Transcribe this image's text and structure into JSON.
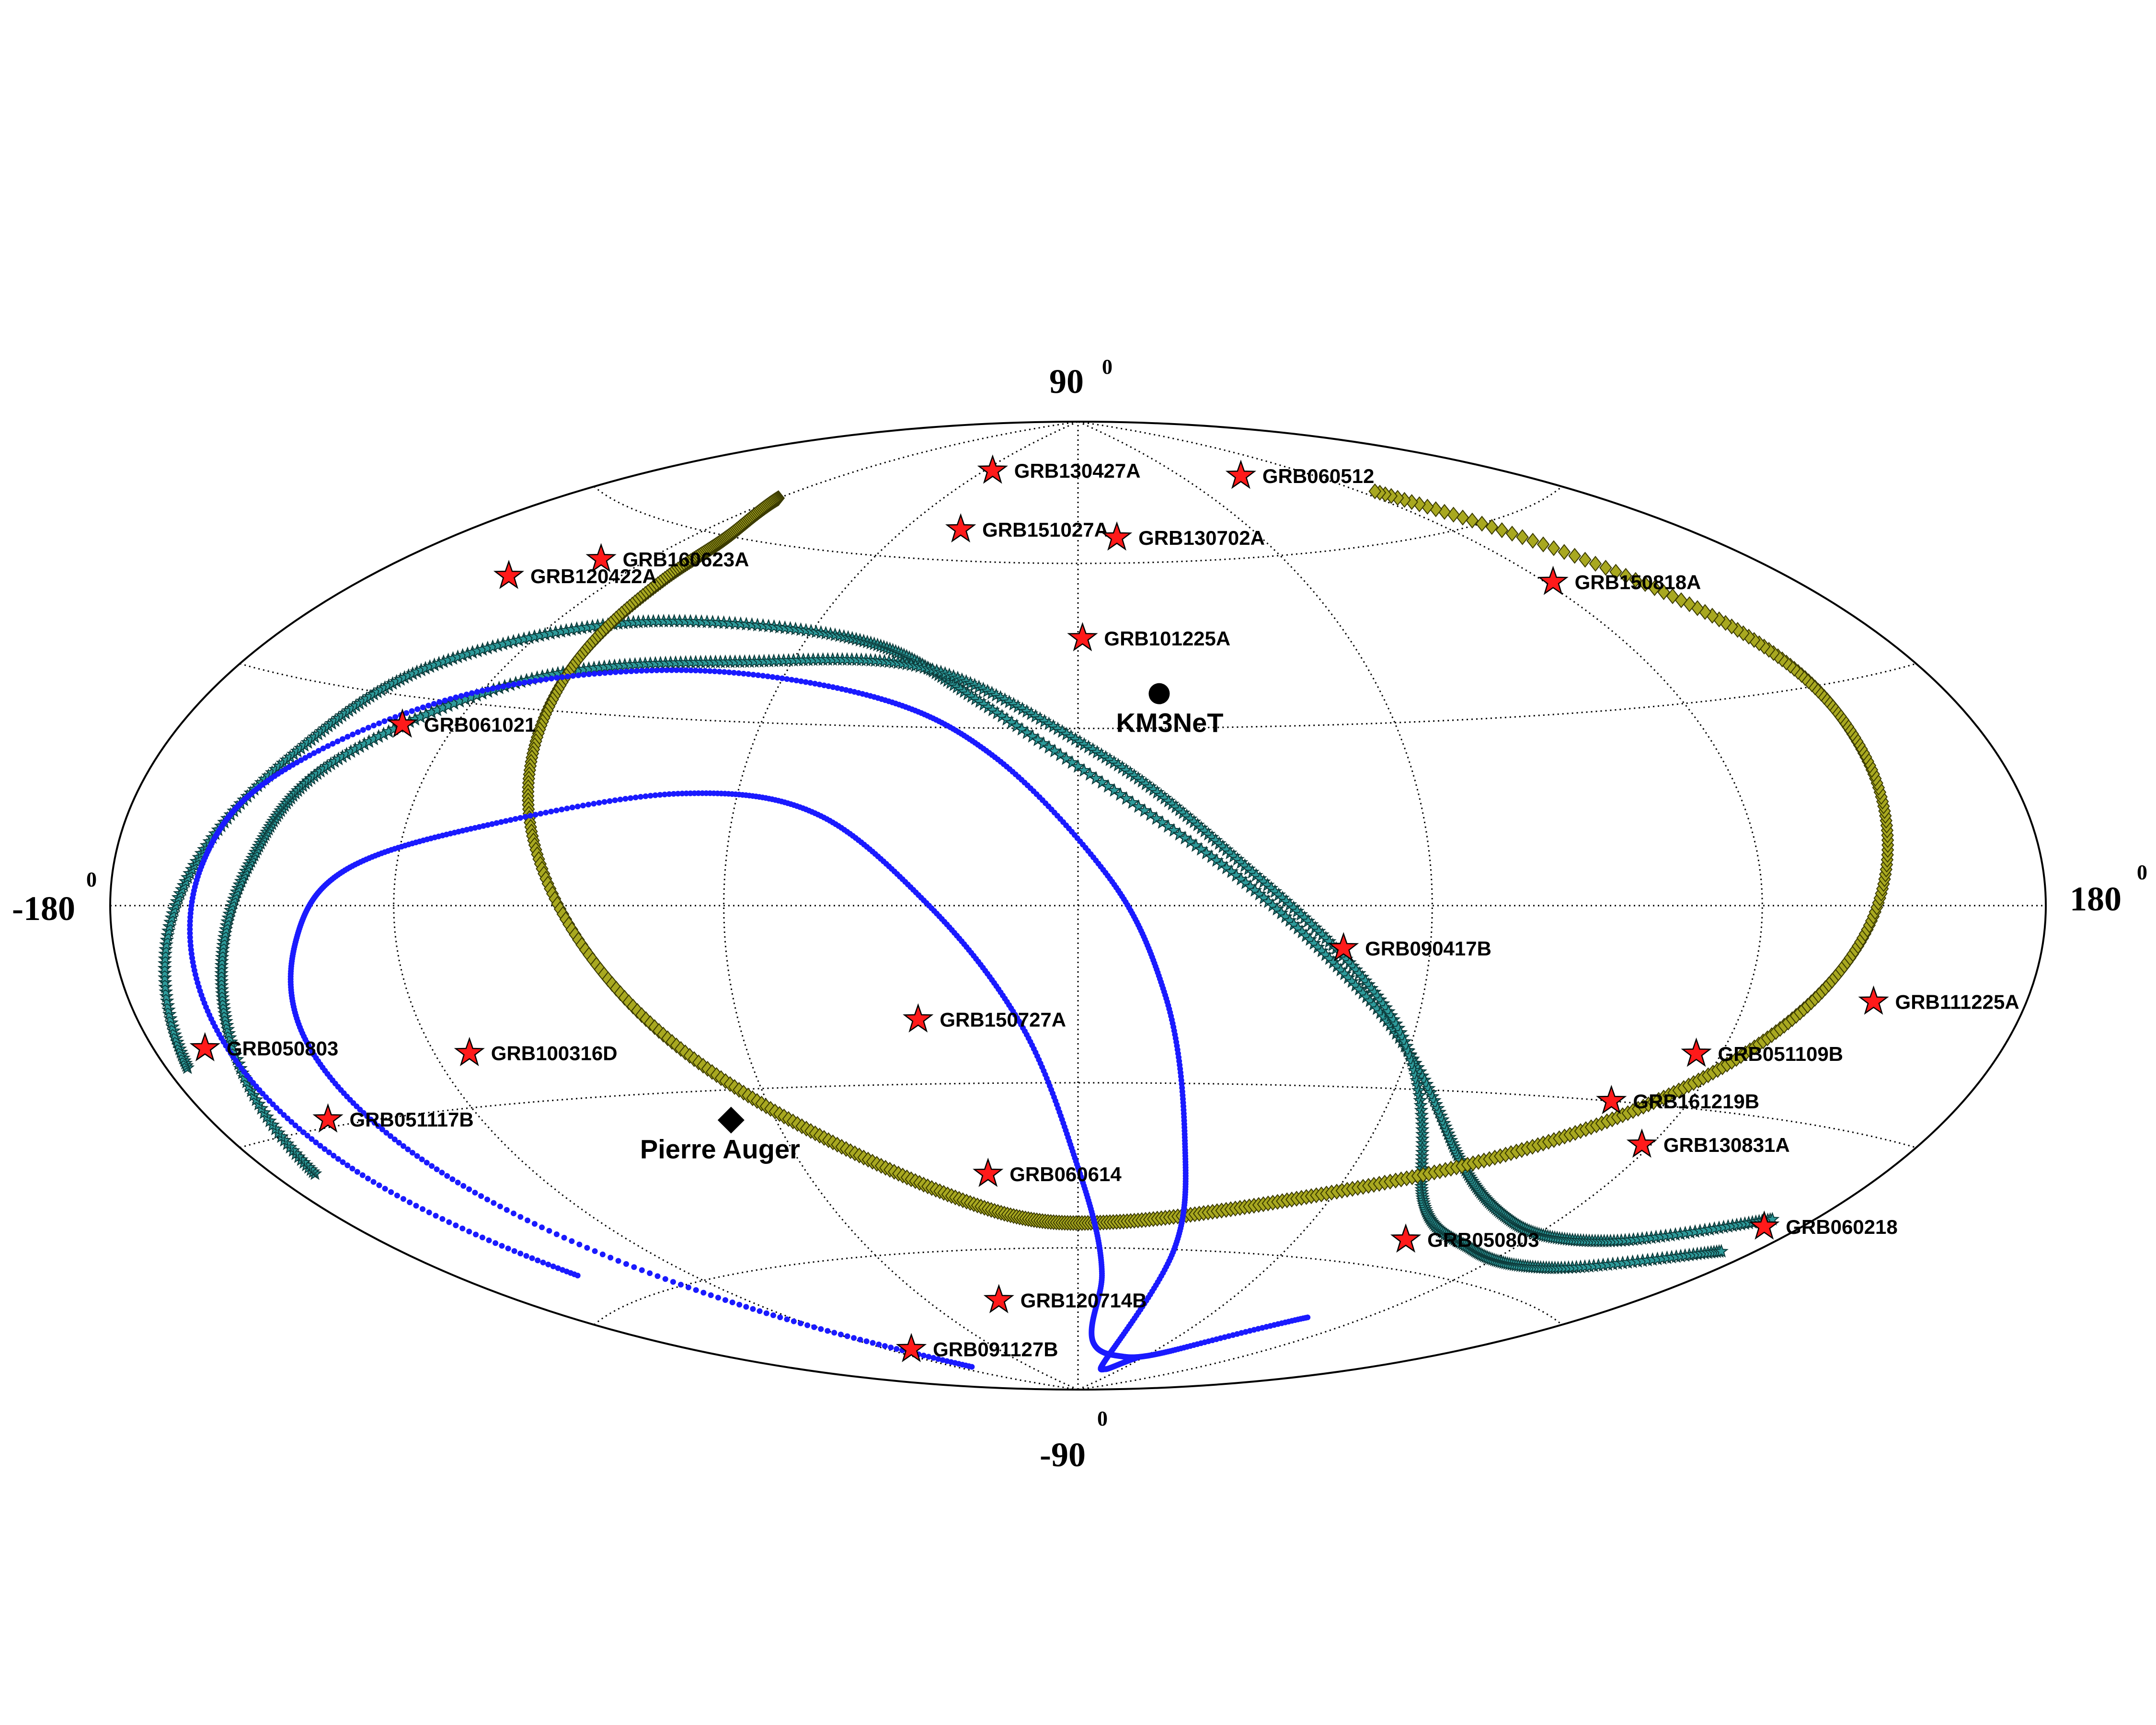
{
  "chart_data": {
    "type": "scatter",
    "projection": "aitoff-hammer",
    "coordinates": "equatorial",
    "grid": true,
    "axis_labels": {
      "top": {
        "text": "90",
        "sup": "0"
      },
      "bottom": {
        "text": "-90",
        "sup": "0"
      },
      "left": {
        "text": "-180",
        "sup": "0"
      },
      "right": {
        "text": "180",
        "sup": "0"
      }
    },
    "colors": {
      "grb_marker": "#ff1a1a",
      "visibility_teal": "#2e9b9b",
      "visibility_olive": "#a8a820",
      "visibility_blue": "#1a1aff",
      "detector": "#000000"
    },
    "detectors": [
      {
        "name": "KM3NeT",
        "ra": 16,
        "dec": 36,
        "marker": "circle"
      },
      {
        "name": "Pierre Auger",
        "ra": -69,
        "dec": -35,
        "marker": "diamond"
      }
    ],
    "grbs": [
      {
        "name": "GRB130427A",
        "ra": -55,
        "dec": 78
      },
      {
        "name": "GRB060512",
        "ra": 90,
        "dec": 75
      },
      {
        "name": "GRB151027A",
        "ra": -41,
        "dec": 66
      },
      {
        "name": "GRB130702A",
        "ra": 13,
        "dec": 65
      },
      {
        "name": "GRB160623A",
        "ra": -132,
        "dec": 53
      },
      {
        "name": "GRB120422A",
        "ra": -147,
        "dec": 48
      },
      {
        "name": "GRB101225A",
        "ra": 1,
        "dec": 46
      },
      {
        "name": "GRB150818A",
        "ra": 122,
        "dec": 50
      },
      {
        "name": "GRB061021",
        "ra": -131,
        "dec": 26
      },
      {
        "name": "GRB090417B",
        "ra": 45,
        "dec": -7
      },
      {
        "name": "GRB111225A",
        "ra": 146,
        "dec": -13
      },
      {
        "name": "GRB050803",
        "ra": -168,
        "dec": -18
      },
      {
        "name": "GRB150727A",
        "ra": -28,
        "dec": -19
      },
      {
        "name": "GRB100316D",
        "ra": -113,
        "dec": -22
      },
      {
        "name": "GRB051109B",
        "ra": 115,
        "dec": -22
      },
      {
        "name": "GRB051117B",
        "ra": -153,
        "dec": -29
      },
      {
        "name": "GRB161219B",
        "ra": 104,
        "dec": -30
      },
      {
        "name": "GRB130831A",
        "ra": 118,
        "dec": -36
      },
      {
        "name": "GRB060218",
        "ra": 171,
        "dec": -43
      },
      {
        "name": "GRB060614",
        "ra": -20,
        "dec": -46
      },
      {
        "name": "GRB050803",
        "ra": 89,
        "dec": -55
      },
      {
        "name": "GRB120714B",
        "ra": -32,
        "dec": -70
      },
      {
        "name": "GRB091127B",
        "ra": -109,
        "dec": -77
      }
    ],
    "visibility_curves": [
      {
        "style": "teal-star",
        "points": [
          [
            -175,
            -20
          ],
          [
            -165,
            0
          ],
          [
            -150,
            20
          ],
          [
            -135,
            35
          ],
          [
            -100,
            45
          ],
          [
            -50,
            45
          ],
          [
            -20,
            35
          ],
          [
            20,
            10
          ],
          [
            50,
            -15
          ],
          [
            80,
            -40
          ],
          [
            110,
            -50
          ],
          [
            140,
            -50
          ],
          [
            170,
            -42
          ]
        ]
      },
      {
        "style": "teal-star",
        "points": [
          [
            -170,
            -35
          ],
          [
            -160,
            -15
          ],
          [
            -150,
            5
          ],
          [
            -140,
            20
          ],
          [
            -110,
            35
          ],
          [
            -70,
            40
          ],
          [
            -30,
            40
          ],
          [
            5,
            25
          ],
          [
            30,
            5
          ],
          [
            55,
            -18
          ],
          [
            80,
            -47
          ],
          [
            110,
            -55
          ],
          [
            140,
            -55
          ],
          [
            172,
            -47
          ]
        ]
      },
      {
        "style": "olive-diamond",
        "points": [
          [
            -120,
            67
          ],
          [
            -110,
            60
          ],
          [
            -108,
            52
          ],
          [
            -105,
            35
          ],
          [
            -95,
            10
          ],
          [
            -75,
            -20
          ],
          [
            -50,
            -40
          ],
          [
            -20,
            -53
          ],
          [
            10,
            -55
          ],
          [
            50,
            -50
          ],
          [
            90,
            -40
          ],
          [
            120,
            -25
          ],
          [
            140,
            -5
          ],
          [
            150,
            20
          ],
          [
            148,
            40
          ],
          [
            125,
            68
          ]
        ]
      },
      {
        "style": "blue-dot",
        "points": [
          [
            -150,
            -55
          ],
          [
            -160,
            -35
          ],
          [
            -163,
            -15
          ],
          [
            -160,
            5
          ],
          [
            -150,
            18
          ],
          [
            -120,
            32
          ],
          [
            -80,
            38
          ],
          [
            -40,
            35
          ],
          [
            -15,
            25
          ],
          [
            5,
            5
          ],
          [
            15,
            -15
          ],
          [
            22,
            -40
          ],
          [
            28,
            -60
          ],
          [
            28,
            -82
          ],
          [
            40,
            -85
          ],
          [
            55,
            -82
          ]
        ]
      },
      {
        "style": "blue-dot",
        "points": [
          [
            -110,
            -82
          ],
          [
            -125,
            -65
          ],
          [
            -140,
            -40
          ],
          [
            -145,
            -20
          ],
          [
            -140,
            -5
          ],
          [
            -130,
            5
          ],
          [
            -105,
            12
          ],
          [
            -70,
            18
          ],
          [
            -45,
            15
          ],
          [
            -25,
            0
          ],
          [
            -10,
            -20
          ],
          [
            0,
            -45
          ],
          [
            8,
            -65
          ],
          [
            10,
            -79
          ],
          [
            40,
            -82
          ],
          [
            70,
            -80
          ],
          [
            100,
            -70
          ]
        ]
      }
    ]
  }
}
